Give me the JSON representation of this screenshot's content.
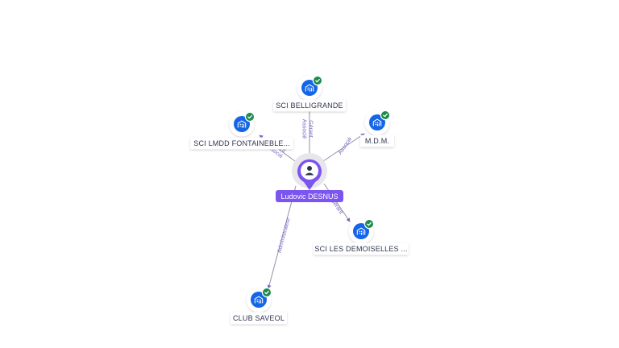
{
  "colors": {
    "company_icon": "#1565e8",
    "check_badge": "#1e8a4c",
    "person_accent": "#7c54f0",
    "edge": "#8d93a6",
    "edge_label": "#7b68c6"
  },
  "center": {
    "name": "Ludovic DESNUS",
    "icon": "person-icon"
  },
  "companies": [
    {
      "id": "belligrande",
      "name": "SCI BELLIGRANDE",
      "role": "Gérant\nAssocié",
      "icon": "building-icon",
      "verified": true
    },
    {
      "id": "lmdd",
      "name": "SCI LMDD FONTAINEBLE...",
      "role": "Gérant\nAssocié",
      "icon": "building-icon",
      "verified": true
    },
    {
      "id": "mdm",
      "name": "M.D.M.",
      "role": "Associé",
      "icon": "building-icon",
      "verified": true
    },
    {
      "id": "demoiselles",
      "name": "SCI LES DEMOISELLES ...",
      "role": "Gérant",
      "icon": "building-icon",
      "verified": true
    },
    {
      "id": "saveol",
      "name": "CLUB SAVEOL",
      "role": "Administrateur",
      "icon": "building-icon",
      "verified": true
    }
  ]
}
